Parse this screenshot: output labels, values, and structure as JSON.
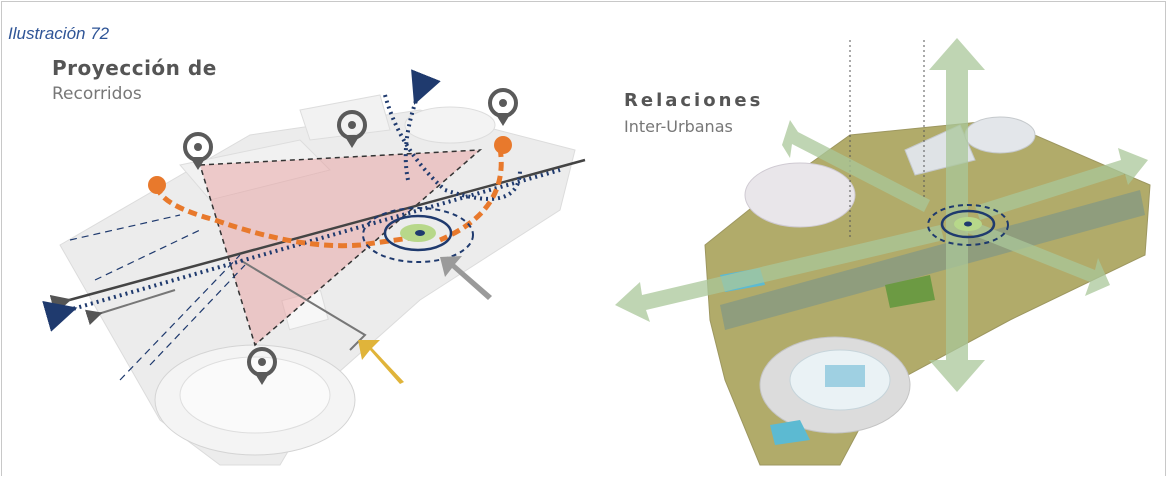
{
  "caption": "Ilustración 72",
  "left_panel": {
    "title_line1": "Proyección de",
    "title_line2": "Recorridos"
  },
  "right_panel": {
    "title_line1": "Relaciones",
    "title_line2": "Inter-Urbanas"
  },
  "colors": {
    "caption": "#2f5597",
    "pedestrian_route": "#e8792c",
    "vehicle_route": "#1f3a6e",
    "influence_zone": "#e89a9a",
    "relation_arrows": "#a9c79a",
    "incoming_arrow_yellow": "#e0b43a",
    "incoming_arrow_gray": "#9a9a9a"
  }
}
